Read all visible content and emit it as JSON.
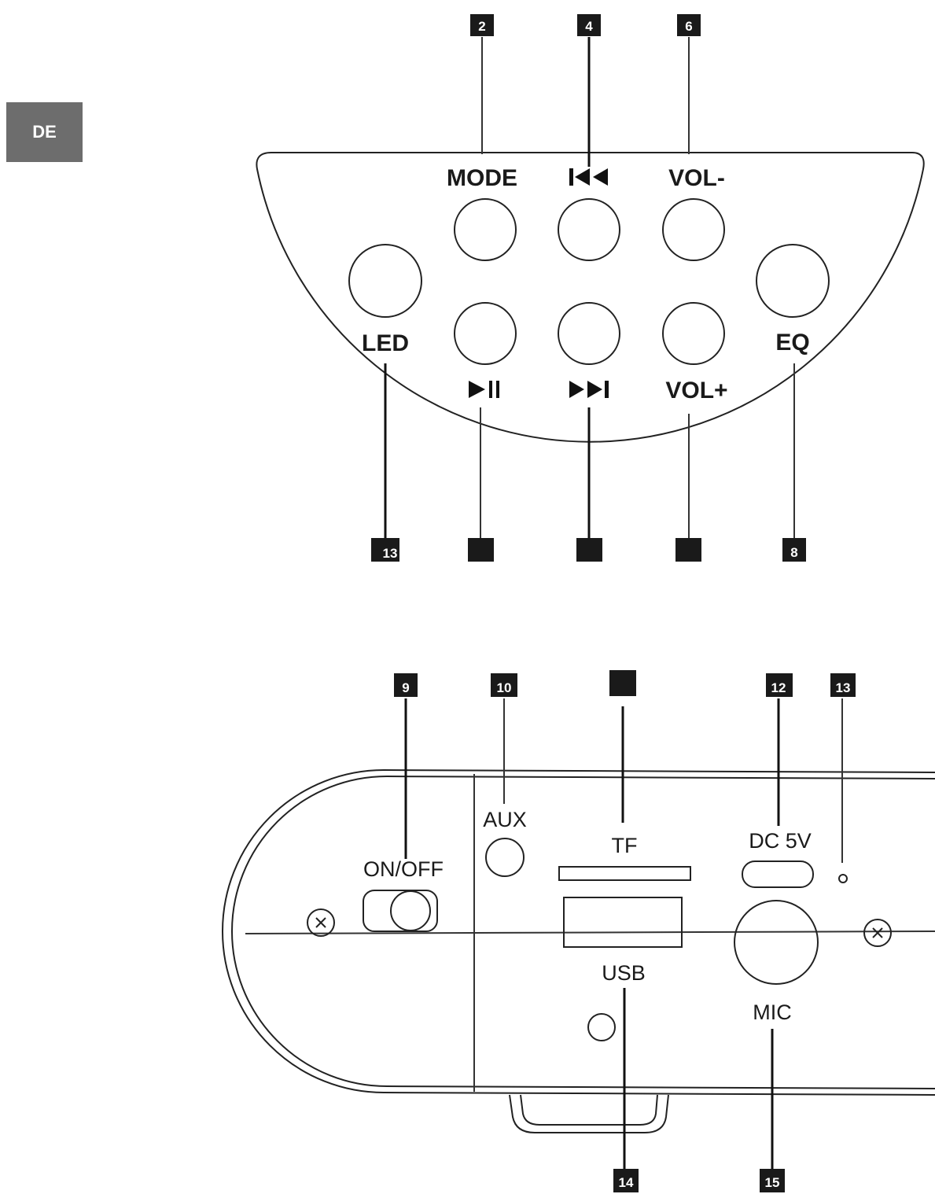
{
  "language_tab": "DE",
  "top_panel": {
    "buttons": {
      "mode": "MODE",
      "vol_minus": "VOL-",
      "led": "LED",
      "eq": "EQ",
      "vol_plus": "VOL+"
    },
    "icons": {
      "prev": "previous-track-icon",
      "play_pause": "play-pause-icon",
      "next": "next-track-icon"
    },
    "callouts_top": [
      "2",
      "4",
      "6"
    ],
    "callouts_bottom": [
      "13",
      "",
      "",
      "",
      "8"
    ]
  },
  "bottom_panel": {
    "ports": {
      "on_off": "ON/OFF",
      "aux": "AUX",
      "tf": "TF",
      "dc": "DC 5V",
      "usb": "USB",
      "mic": "MIC"
    },
    "callouts_top": [
      "9",
      "10",
      "",
      "12",
      "13"
    ],
    "callouts_bottom": [
      "14",
      "15"
    ]
  }
}
